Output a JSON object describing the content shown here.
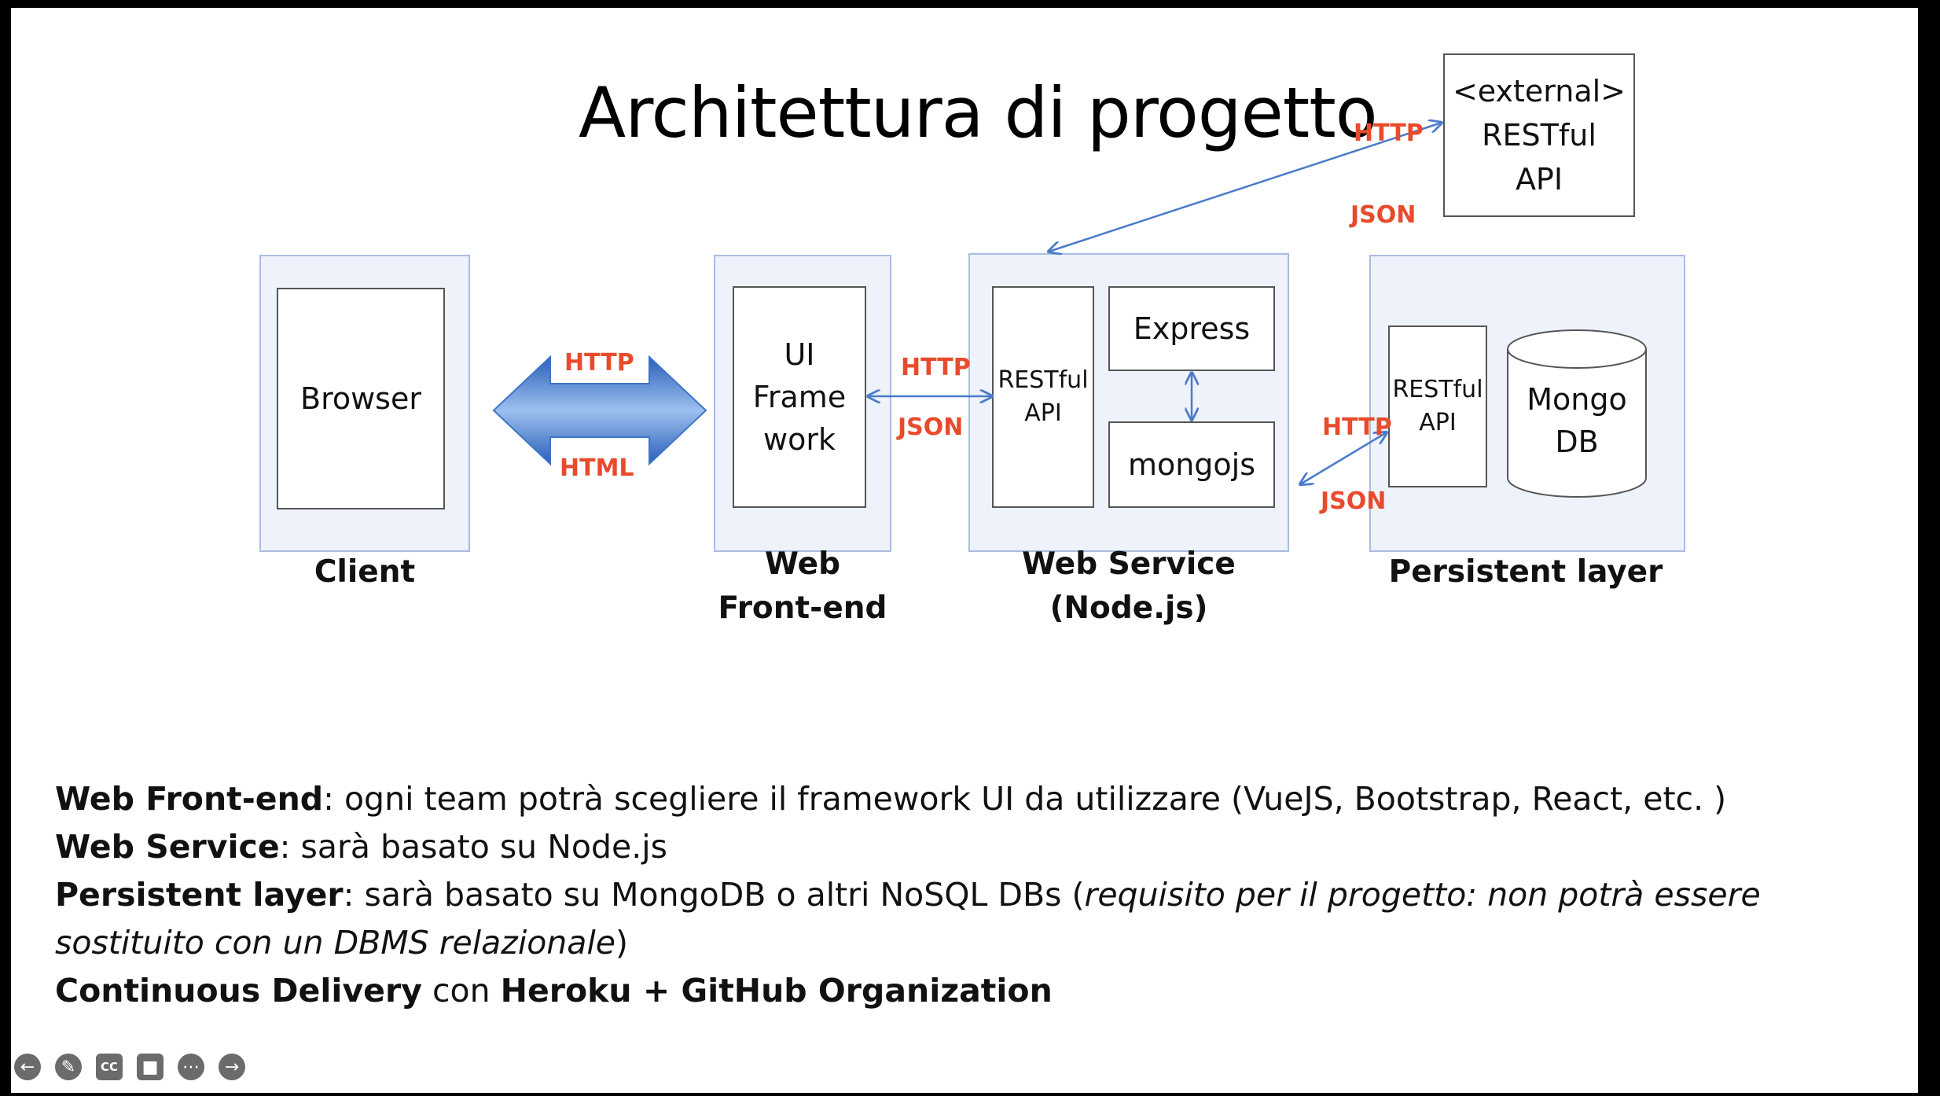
{
  "slide": {
    "title": "Architettura di progetto"
  },
  "diagram": {
    "client": {
      "box": "Browser",
      "label": "Client"
    },
    "client_arrow": {
      "top": "HTTP",
      "bottom": "HTML"
    },
    "frontend": {
      "box": [
        "UI",
        "Frame",
        "work"
      ],
      "label": [
        "Web",
        "Front-end"
      ]
    },
    "frontend_link": {
      "top": "HTTP",
      "bottom": "JSON"
    },
    "webservice": {
      "api_box": [
        "RESTful",
        "API"
      ],
      "express_box": "Express",
      "mongojs_box": "mongojs",
      "label": [
        "Web Service",
        "(Node.js)"
      ]
    },
    "persistence_link": {
      "top": "HTTP",
      "bottom": "JSON"
    },
    "persistent": {
      "api_box": [
        "RESTful",
        "API"
      ],
      "db": [
        "Mongo",
        "DB"
      ],
      "label": "Persistent layer"
    },
    "external": {
      "box": [
        "<external>",
        "RESTful",
        "API"
      ],
      "link_top": "HTTP",
      "link_bottom": "JSON"
    }
  },
  "bullets": {
    "b1_bold": "Web Front-end",
    "b1_text": ": ogni team potrà scegliere il framework UI da utilizzare (VueJS, Bootstrap, React, etc. )",
    "b2_bold": "Web Service",
    "b2_text": ": sarà basato su Node.js",
    "b3_bold": "Persistent layer",
    "b3_text": ": sarà basato su MongoDB o altri NoSQL DBs (",
    "b3_italic": "requisito per il progetto: non potrà essere sostituito con un DBMS relazionale",
    "b3_close": ")",
    "b4_bold": "Continuous Delivery",
    "b4_mid": " con ",
    "b4_bold2": "Heroku + GitHub Organization"
  },
  "toolbar": {
    "icons": [
      "back-icon",
      "pen-icon",
      "captions-icon",
      "video-off-icon",
      "more-icon",
      "forward-icon"
    ]
  },
  "colors": {
    "protocol_label": "#e84b2c",
    "container_fill": "#eef2fa",
    "container_border": "#a9bde0",
    "connector": "#4a7cc9",
    "big_arrow": "#3f74c9"
  }
}
